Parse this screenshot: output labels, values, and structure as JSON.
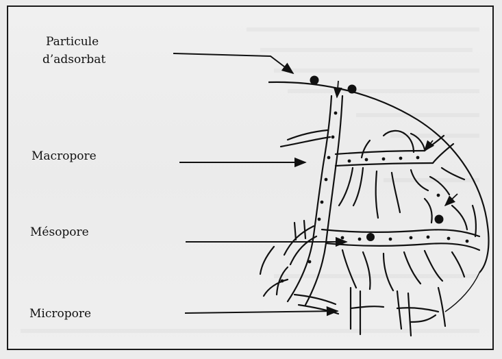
{
  "labels": {
    "particule_line1": "Particule",
    "particule_line2": "d’adsorbat",
    "macropore": "Macropore",
    "mesopore": "Mésopore",
    "micropore": "Micropore"
  },
  "colors": {
    "ink": "#111111",
    "paper": "#ececec"
  }
}
